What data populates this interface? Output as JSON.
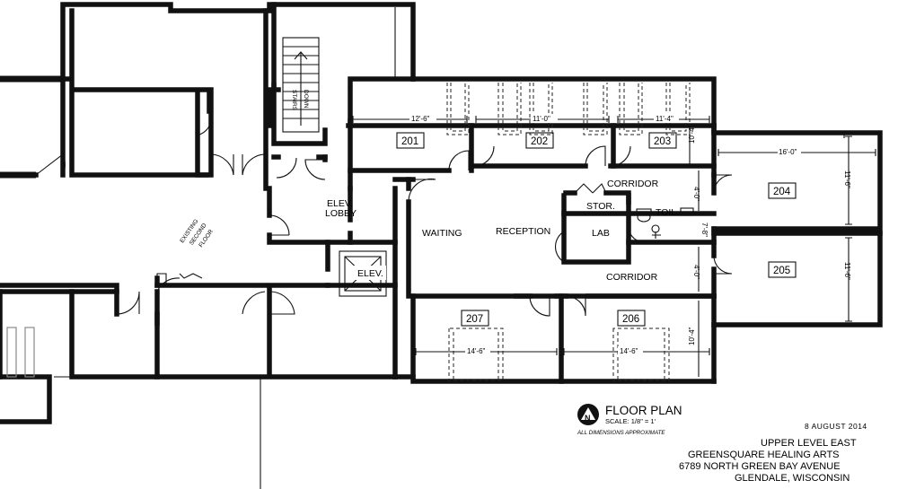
{
  "plan": {
    "title": "FLOOR PLAN",
    "scale": "SCALE: 1/8\" = 1'",
    "note": "ALL DIMENSIONS APPROXIMATE",
    "date": "8 AUGUST 2014",
    "address_lines": [
      "UPPER LEVEL EAST",
      "GREENSQUARE HEALING ARTS",
      "6789 NORTH GREEN BAY AVENUE",
      "GLENDALE, WISCONSIN"
    ],
    "north_letter": "N"
  },
  "rooms": {
    "r201": "201",
    "r202": "202",
    "r203": "203",
    "r204": "204",
    "r205": "205",
    "r206": "206",
    "r207": "207"
  },
  "labels": {
    "elev_lobby_1": "ELEV.",
    "elev_lobby_2": "LOBBY",
    "waiting": "WAITING",
    "reception": "RECEPTION",
    "stor": "STOR.",
    "lab": "LAB",
    "toil": "TOIL.",
    "corridor_top": "CORRIDOR",
    "corridor_bottom": "CORRIDOR",
    "elev": "ELEV.",
    "existing": [
      "EXISTING",
      "SECOND",
      "FLOOR"
    ],
    "stairs": [
      "STAIRS",
      "DOWN"
    ]
  },
  "dimensions": {
    "d201": "12'-6\"",
    "d202": "11'-0\"",
    "d203": "11'-4\"",
    "d203v": "10'-4\"",
    "d204h": "16'-0\"",
    "d204v": "11'-6\"",
    "d205v": "11'-6\"",
    "d4a": "4'-0\"",
    "d4b": "4'-0\"",
    "dtoil": "7'-8\"",
    "d207": "14'-6\"",
    "d206": "14'-6\"",
    "d206v": "10'-4\""
  }
}
